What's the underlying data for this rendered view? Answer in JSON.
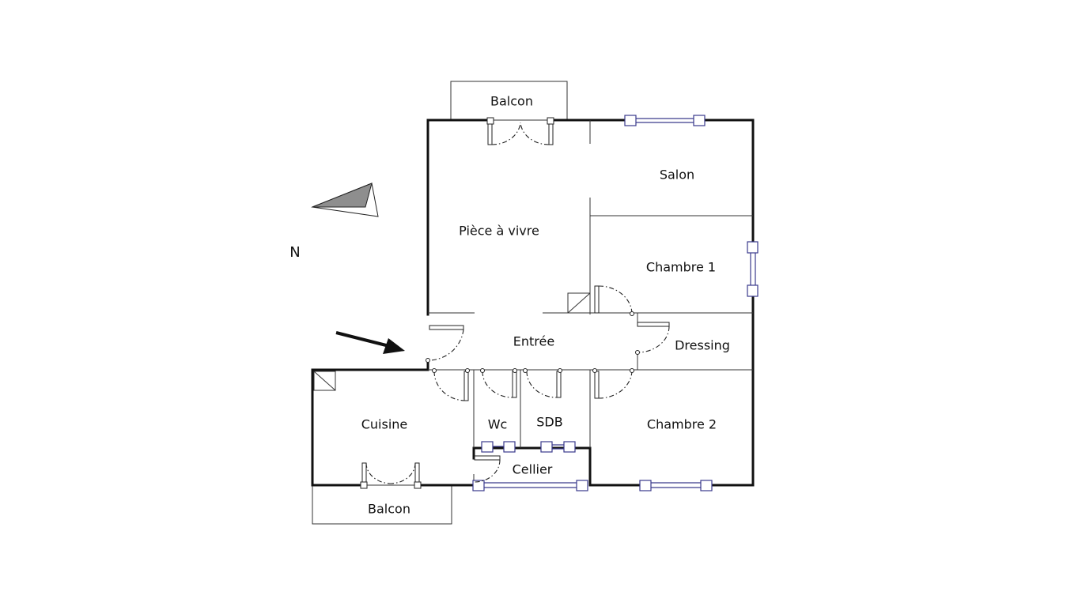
{
  "rooms": {
    "balcon_top": "Balcon",
    "salon": "Salon",
    "piece_a_vivre": "Pièce à vivre",
    "chambre1": "Chambre 1",
    "entree": "Entrée",
    "dressing": "Dressing",
    "cuisine": "Cuisine",
    "wc": "Wc",
    "sdb": "SDB",
    "chambre2": "Chambre 2",
    "cellier": "Cellier",
    "balcon_bottom": "Balcon"
  },
  "compass": {
    "north_label": "N"
  },
  "icons": {
    "compass": "north-arrow-icon",
    "entrance": "entrance-arrow-icon",
    "shaft": "duct-shaft-icon"
  },
  "colors": {
    "walls": "#111111",
    "windows": "#3a3a8c",
    "text": "#111111"
  }
}
